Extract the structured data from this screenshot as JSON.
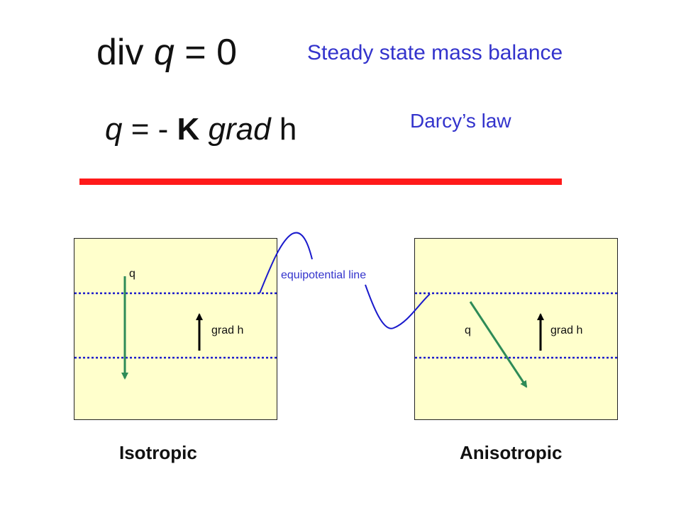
{
  "equations": {
    "mass_balance": {
      "prefix": "div ",
      "var": "q",
      "suffix": " = 0"
    },
    "darcy": {
      "var": "q",
      "mid": " = - ",
      "K": "K",
      "sp": " ",
      "grad": "grad",
      "h": " h"
    }
  },
  "notes": {
    "mass_balance": "Steady state mass balance",
    "darcy": "Darcy’s law"
  },
  "labels": {
    "q_iso": "q",
    "grad_iso": "grad h",
    "q_aniso": "q",
    "grad_aniso": "grad h",
    "equipotential": "equipotential line"
  },
  "captions": {
    "isotropic": "Isotropic",
    "anisotropic": "Anisotropic"
  },
  "colors": {
    "note_text": "#3333cc",
    "divider": "#ff1a1a",
    "box_fill": "#ffffcc",
    "equipotential": "#1a1acc",
    "flux_arrow": "#2e8b57",
    "gradient_arrow": "#000000"
  }
}
